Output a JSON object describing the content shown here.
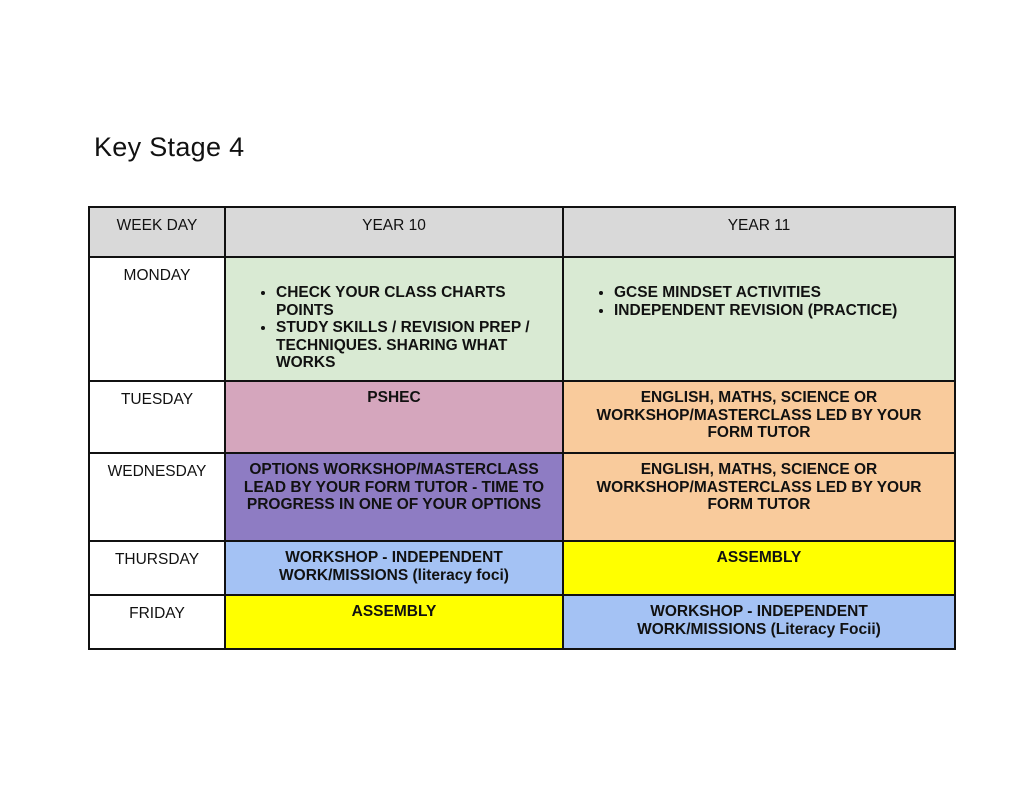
{
  "title": "Key Stage 4",
  "headers": [
    "WEEK DAY",
    "YEAR 10",
    "YEAR 11"
  ],
  "colors": {
    "header": "#d9d9d9",
    "green": "#d9ead3",
    "pink": "#d5a6bd",
    "orange": "#f9cb9c",
    "purple": "#8e7cc3",
    "blue": "#a4c2f4",
    "yellow": "#ffff00"
  },
  "rows": [
    {
      "day": "MONDAY",
      "y10": {
        "bullets": [
          "CHECK YOUR CLASS CHARTS POINTS",
          "STUDY SKILLS / REVISION PREP / TECHNIQUES. SHARING WHAT WORKS"
        ],
        "color": "#d9ead3"
      },
      "y11": {
        "bullets": [
          "GCSE MINDSET ACTIVITIES",
          "INDEPENDENT REVISION (PRACTICE)"
        ],
        "color": "#d9ead3"
      }
    },
    {
      "day": "TUESDAY",
      "y10": {
        "text": "PSHEC",
        "color": "#d5a6bd"
      },
      "y11": {
        "text": "ENGLISH, MATHS, SCIENCE OR WORKSHOP/MASTERCLASS LED BY YOUR FORM TUTOR",
        "color": "#f9cb9c"
      }
    },
    {
      "day": "WEDNESDAY",
      "y10": {
        "text": "OPTIONS WORKSHOP/MASTERCLASS LEAD BY YOUR FORM TUTOR - TIME TO PROGRESS IN ONE OF YOUR OPTIONS",
        "color": "#8e7cc3"
      },
      "y11": {
        "text": "ENGLISH, MATHS, SCIENCE OR WORKSHOP/MASTERCLASS LED BY YOUR FORM TUTOR",
        "color": "#f9cb9c"
      }
    },
    {
      "day": "THURSDAY",
      "y10": {
        "text": "WORKSHOP - INDEPENDENT WORK/MISSIONS (literacy foci)",
        "color": "#a4c2f4"
      },
      "y11": {
        "text": "ASSEMBLY",
        "color": "#ffff00"
      }
    },
    {
      "day": "FRIDAY",
      "y10": {
        "text": "ASSEMBLY",
        "color": "#ffff00"
      },
      "y11": {
        "text": "WORKSHOP - INDEPENDENT WORK/MISSIONS  (Literacy Focii)",
        "color": "#a4c2f4"
      }
    }
  ]
}
